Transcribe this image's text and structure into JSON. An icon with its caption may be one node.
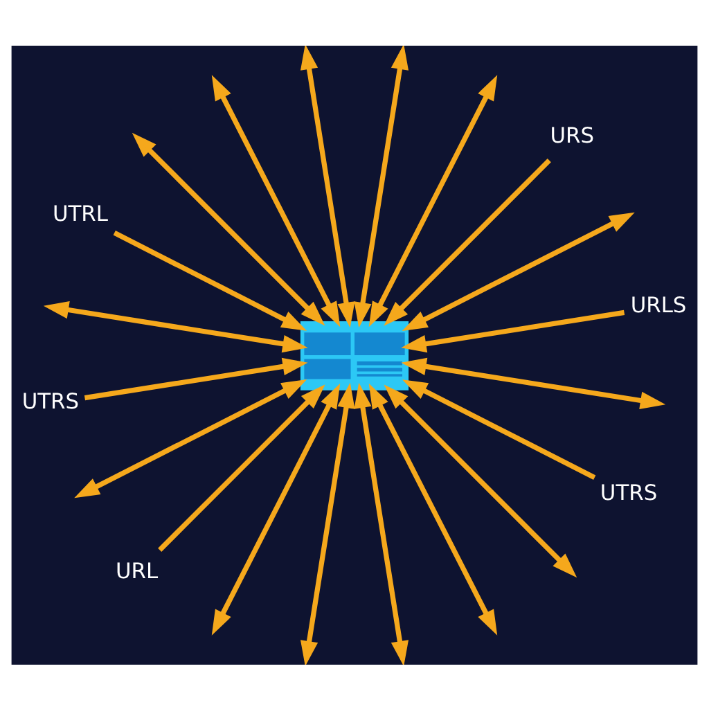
{
  "diagram": {
    "nodes": [
      {
        "text": [
          "UTRL"
        ]
      },
      {
        "text": [
          "URS"
        ]
      },
      {
        "text": [
          "UTRS"
        ]
      },
      {
        "text": [],
        "shape": "picture"
      },
      {
        "text": [
          "URLS"
        ]
      },
      {
        "text": [
          "URL"
        ]
      },
      {
        "text": [
          "UTRS"
        ]
      }
    ],
    "edges": [
      {
        "from": 4,
        "to": 3,
        "arrow": "to"
      },
      {
        "from": null,
        "to": 3,
        "arrow": "both"
      },
      {
        "from": 1,
        "to": 3,
        "arrow": "to"
      },
      {
        "from": null,
        "to": 3,
        "arrow": "both"
      },
      {
        "from": null,
        "to": 3,
        "arrow": "both"
      },
      {
        "from": null,
        "to": 3,
        "arrow": "both"
      },
      {
        "from": null,
        "to": 3,
        "arrow": "both"
      },
      {
        "from": null,
        "to": 3,
        "arrow": "both"
      },
      {
        "from": 0,
        "to": 3,
        "arrow": "to"
      },
      {
        "from": null,
        "to": 3,
        "arrow": "both"
      },
      {
        "from": 2,
        "to": 3,
        "arrow": "to"
      },
      {
        "from": null,
        "to": 3,
        "arrow": "both"
      },
      {
        "from": 5,
        "to": 3,
        "arrow": "to"
      },
      {
        "from": null,
        "to": 3,
        "arrow": "both"
      },
      {
        "from": null,
        "to": 3,
        "arrow": "both"
      },
      {
        "from": null,
        "to": 3,
        "arrow": "both"
      },
      {
        "from": null,
        "to": 3,
        "arrow": "both"
      },
      {
        "from": null,
        "to": 3,
        "arrow": "both"
      },
      {
        "from": 6,
        "to": 3,
        "arrow": "to"
      },
      {
        "from": null,
        "to": 3,
        "arrow": "both"
      }
    ]
  }
}
